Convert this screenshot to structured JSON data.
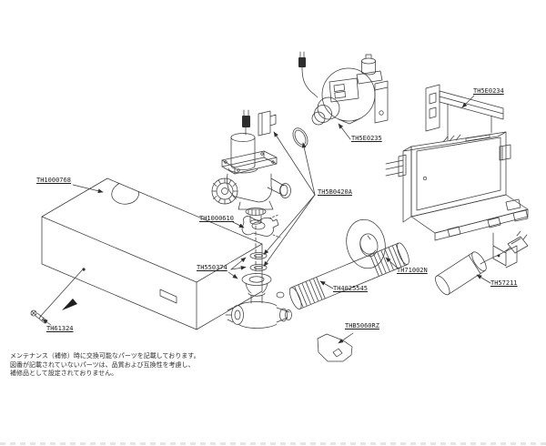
{
  "diagram": {
    "parts": [
      {
        "label": "TH1000768"
      },
      {
        "label": "TH61324"
      },
      {
        "label": "TH1000610"
      },
      {
        "label": "TH550374"
      },
      {
        "label": "TH5B0420A"
      },
      {
        "label": "TH5E0235"
      },
      {
        "label": "TH5E0234"
      },
      {
        "label": "TH71002N"
      },
      {
        "label": "TH4025545"
      },
      {
        "label": "TH57211"
      },
      {
        "label": "THB5060RZ"
      }
    ],
    "footer": {
      "lines": [
        "メンテナンス（補修）時に交換可能なパーツを記載しております。",
        "図番が記載されていないパーツは、品質および互換性を考慮し、",
        "補修品として設定されておりません。"
      ]
    },
    "colors": {
      "line": "#3b3b3b",
      "background": "#ffffff"
    }
  }
}
